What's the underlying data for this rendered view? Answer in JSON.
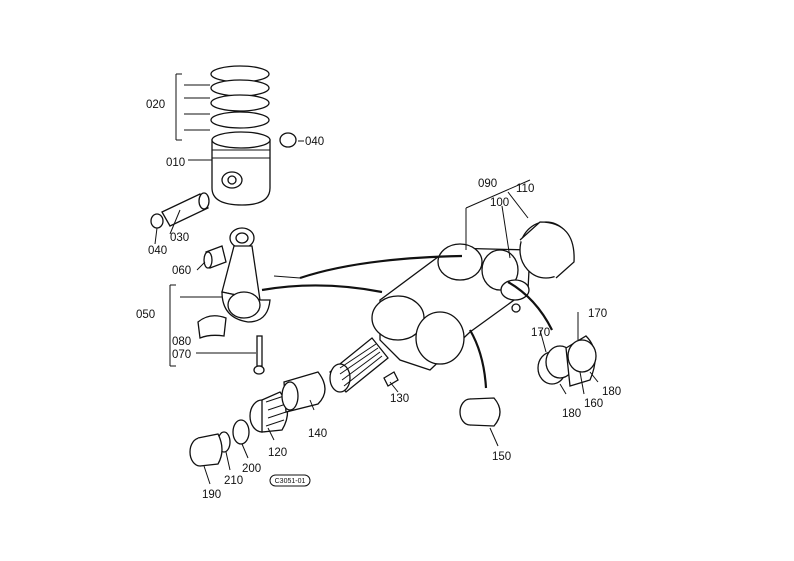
{
  "labels": {
    "l020": "020",
    "l010": "010",
    "l040a": "040",
    "l040b": "040",
    "l030": "030",
    "l060": "060",
    "l050": "050",
    "l080": "080",
    "l070": "070",
    "l090": "090",
    "l100": "100",
    "l110": "110",
    "l130": "130",
    "l140": "140",
    "l150": "150",
    "l170a": "170",
    "l170b": "170",
    "l160": "160",
    "l180a": "180",
    "l180b": "180",
    "l120": "120",
    "l200": "200",
    "l210": "210",
    "l190": "190"
  },
  "diagram_code": "C3051-01"
}
